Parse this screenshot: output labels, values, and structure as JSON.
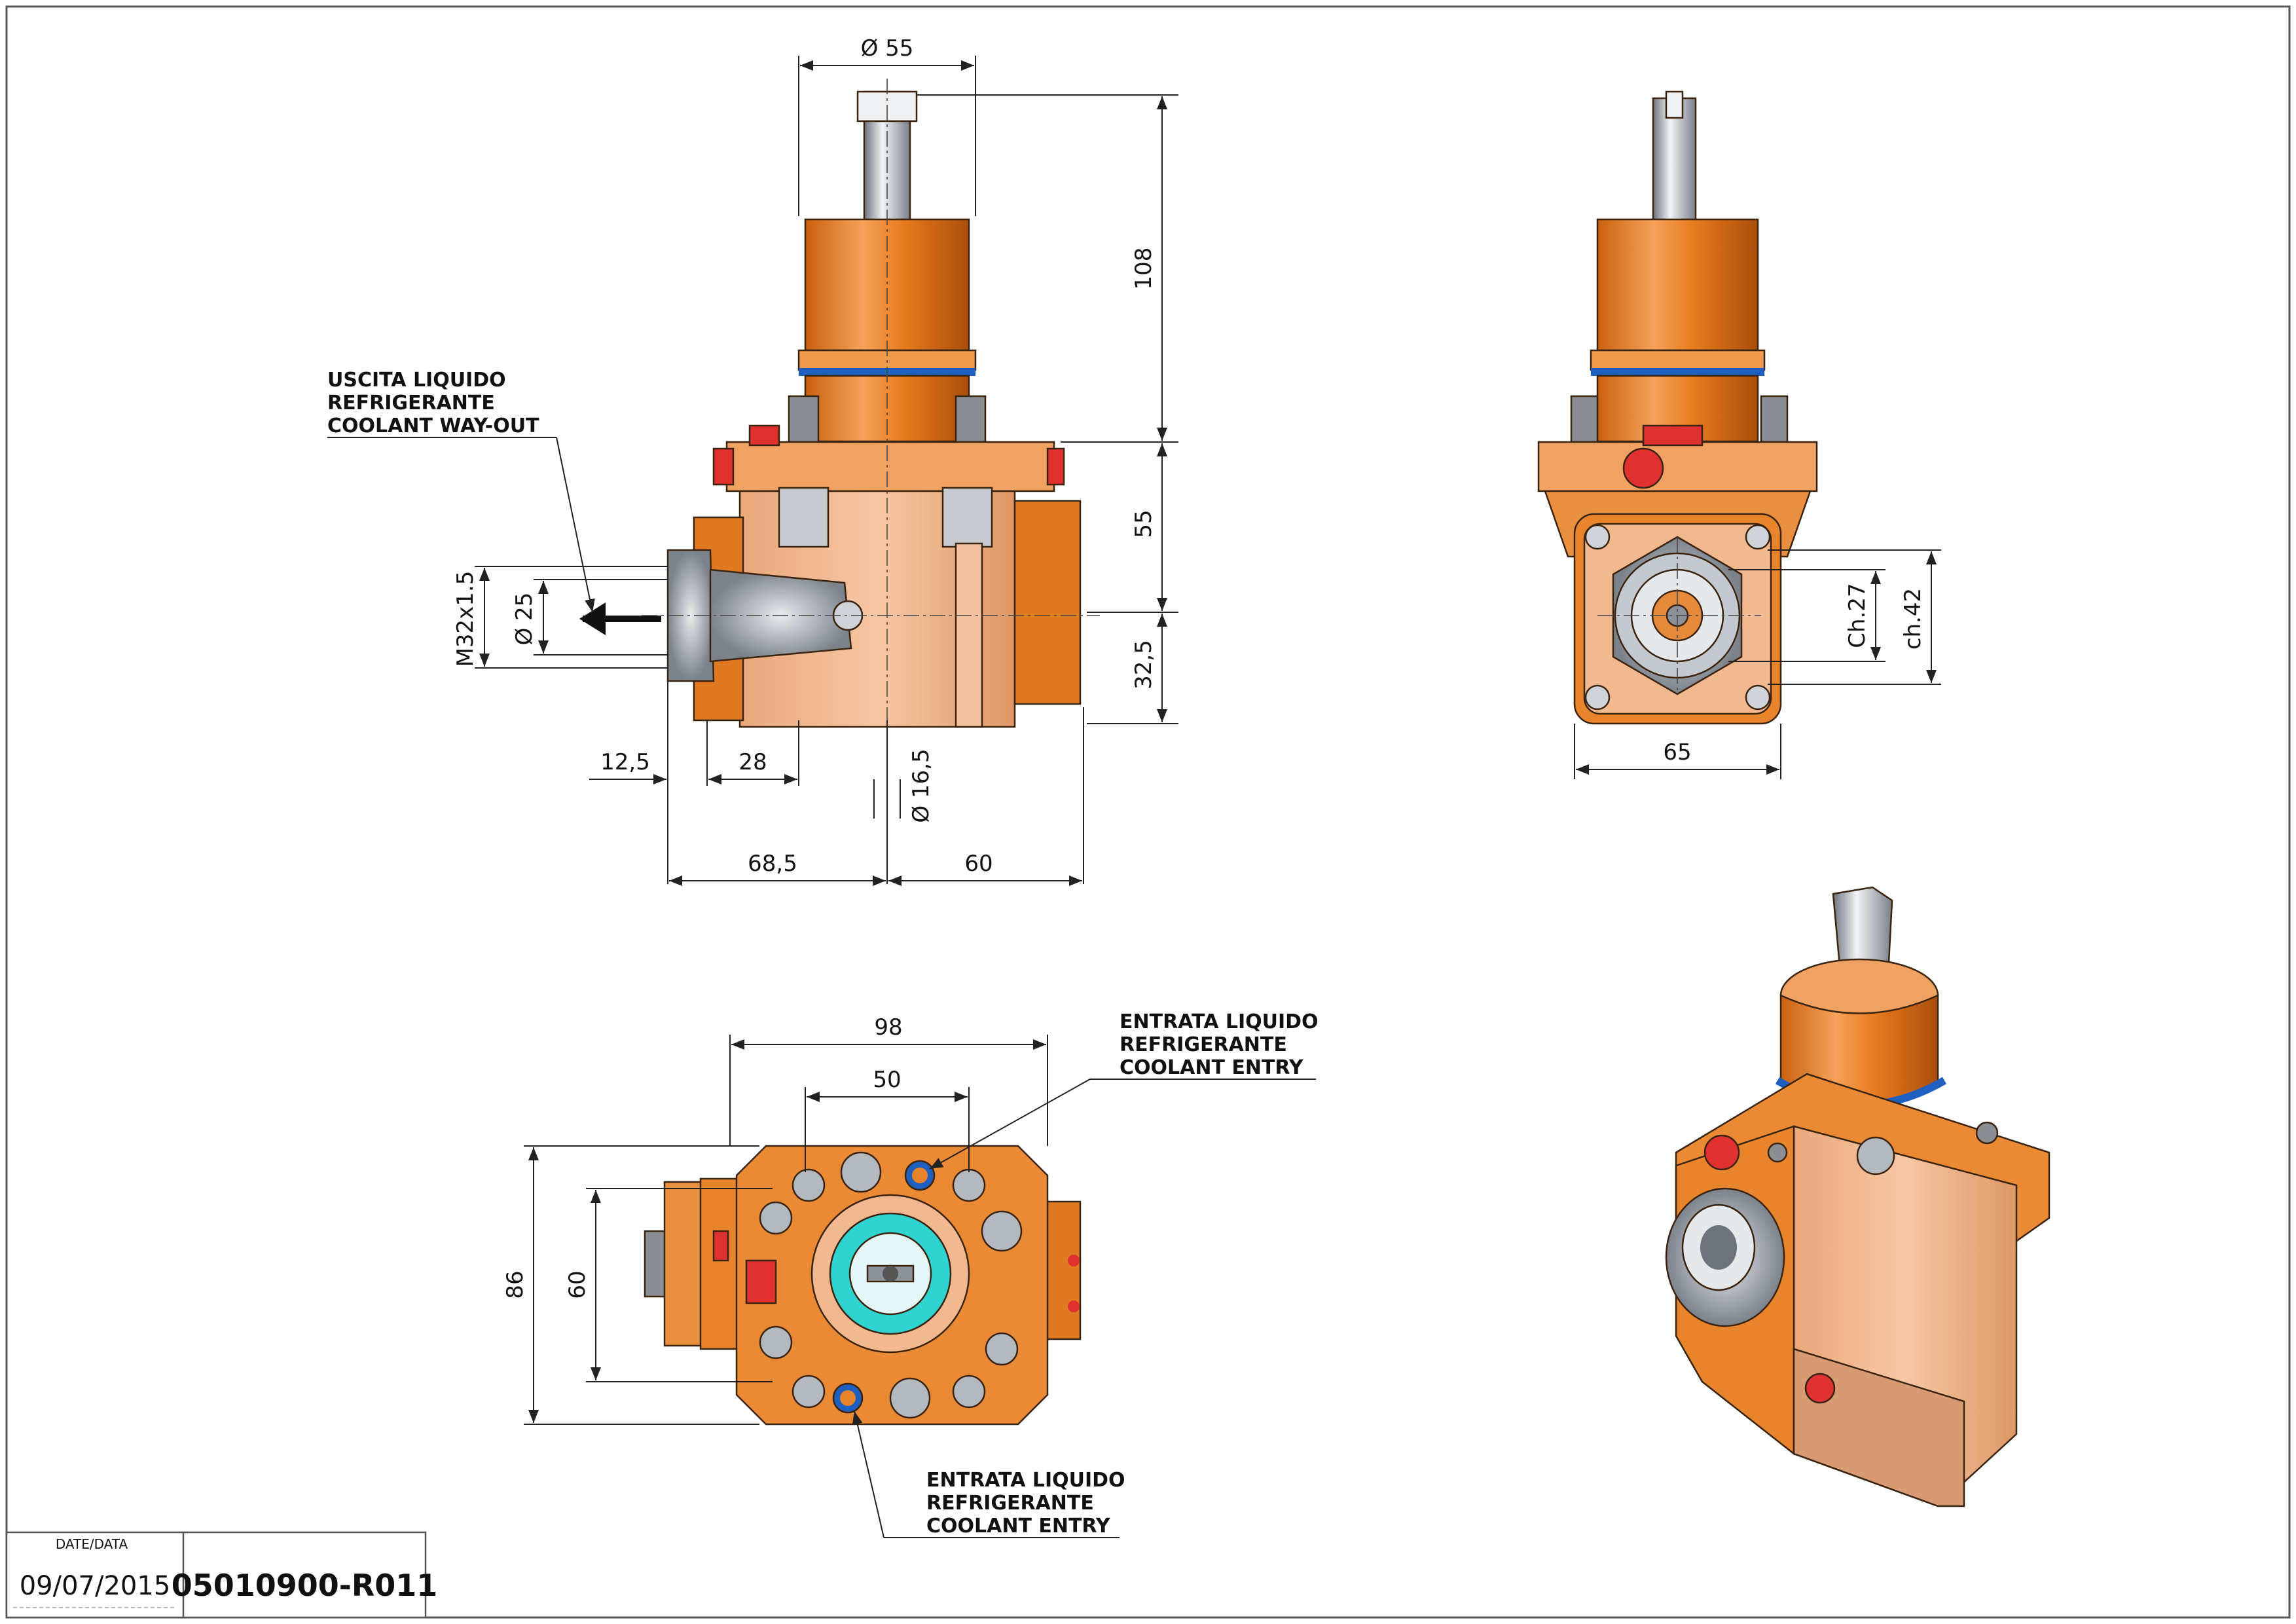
{
  "labels": {
    "coolant_out": [
      "USCITA LIQUIDO",
      "REFRIGERANTE",
      "COOLANT WAY-OUT"
    ],
    "coolant_in_top": [
      "ENTRATA LIQUIDO",
      "REFRIGERANTE",
      "COOLANT ENTRY"
    ],
    "coolant_in_bottom": [
      "ENTRATA LIQUIDO",
      "REFRIGERANTE",
      "COOLANT ENTRY"
    ]
  },
  "dimensions": {
    "side": {
      "d55": "Ø 55",
      "h108": "108",
      "h55": "55",
      "h32_5": "32,5",
      "thread": "M32x1.5",
      "d25": "Ø 25",
      "w12_5": "12,5",
      "w28": "28",
      "d16_5": "Ø 16,5",
      "w68_5": "68,5",
      "w60": "60"
    },
    "front": {
      "ch27": "Ch.27",
      "ch42": "ch.42",
      "w65": "65"
    },
    "bottom": {
      "w98": "98",
      "w50": "50",
      "h86": "86",
      "h60": "60"
    }
  },
  "title_block": {
    "date_label": "DATE/DATA",
    "date": "09/07/2015",
    "code": "05010900-R011"
  },
  "colors": {
    "orange": "#e87b1e",
    "orange_dark": "#b8560c",
    "peach": "#f2b88f",
    "blue_ring": "#1f5fbf",
    "steel": "#a9aeb5",
    "red_plug": "#e03030",
    "cyan": "#2fd3d0"
  }
}
